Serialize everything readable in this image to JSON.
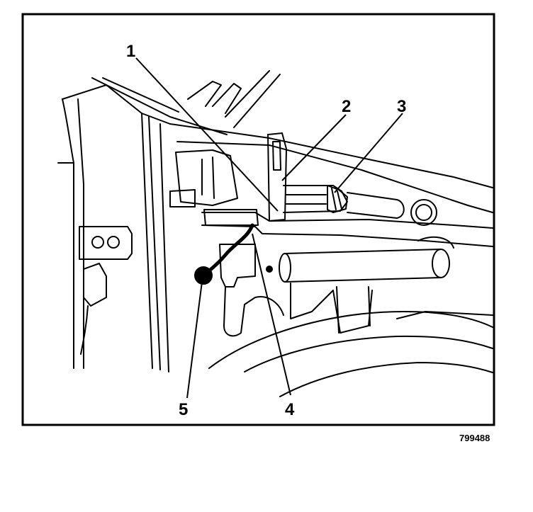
{
  "callouts": {
    "c1": "1",
    "c2": "2",
    "c3": "3",
    "c4": "4",
    "c5": "5"
  },
  "figure_ref": "799488",
  "colors": {
    "ink": "#000000",
    "paper": "#ffffff"
  }
}
